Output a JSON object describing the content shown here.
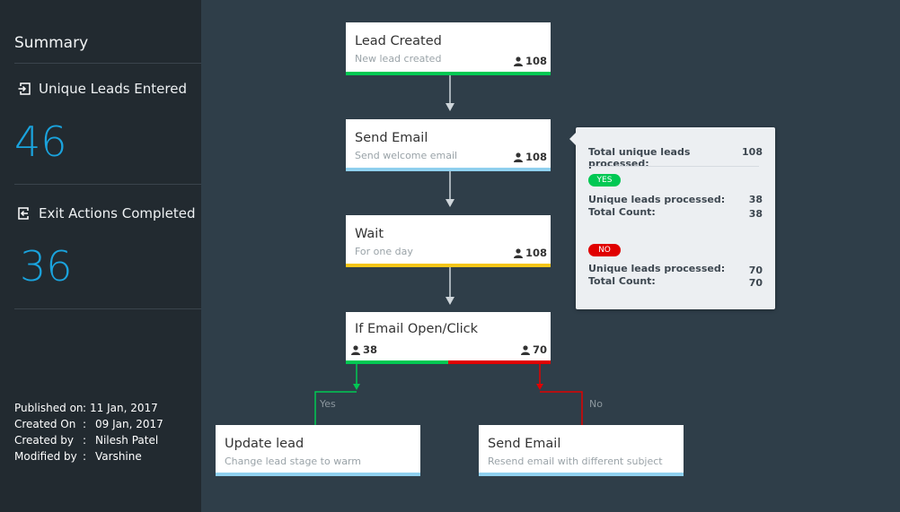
{
  "sidebar": {
    "title": "Summary",
    "unique_leads_label": "Unique Leads Entered",
    "unique_leads_value": "46",
    "exit_actions_label": "Exit Actions Completed",
    "exit_actions_value": "36",
    "meta": [
      {
        "key": "Published on",
        "sep": ":",
        "value": "11 Jan, 2017"
      },
      {
        "key": "Created On",
        "sep": ":",
        "value": "09 Jan, 2017"
      },
      {
        "key": "Created by",
        "sep": ":",
        "value": "Nilesh Patel"
      },
      {
        "key": "Modified by",
        "sep": ":",
        "value": "Varshine"
      }
    ]
  },
  "flow": {
    "lead_created": {
      "title": "Lead Created",
      "subtitle": "New lead created",
      "count": "108"
    },
    "send_email": {
      "title": "Send Email",
      "subtitle": "Send welcome email",
      "count": "108"
    },
    "wait": {
      "title": "Wait",
      "subtitle": "For one day",
      "count": "108"
    },
    "condition": {
      "title": "If Email Open/Click",
      "yes_count": "38",
      "no_count": "70"
    },
    "yes_label": "Yes",
    "no_label": "No",
    "update_lead": {
      "title": "Update lead",
      "subtitle": "Change lead stage to warm"
    },
    "resend_email": {
      "title": "Send Email",
      "subtitle": "Resend email with different subject"
    }
  },
  "tooltip": {
    "total_label": "Total unique leads processed:",
    "total_value": "108",
    "yes_badge": "YES",
    "yes_unique_label": "Unique leads processed:",
    "yes_unique_value": "38",
    "yes_total_label": "Total Count:",
    "yes_total_value": "38",
    "no_badge": "NO",
    "no_unique_label": "Unique leads processed:",
    "no_unique_value": "70",
    "no_total_label": "Total Count:",
    "no_total_value": "70"
  },
  "colors": {
    "background": "#2f3e49",
    "sidebar": "#222a30",
    "accent_blue": "#1aa3dd",
    "green": "#00c853",
    "red": "#e00000",
    "yellow": "#f5c518",
    "light_blue": "#8fd0ef"
  },
  "icons": {
    "enter": "login-icon",
    "exit": "logout-icon",
    "user": "user-icon"
  }
}
